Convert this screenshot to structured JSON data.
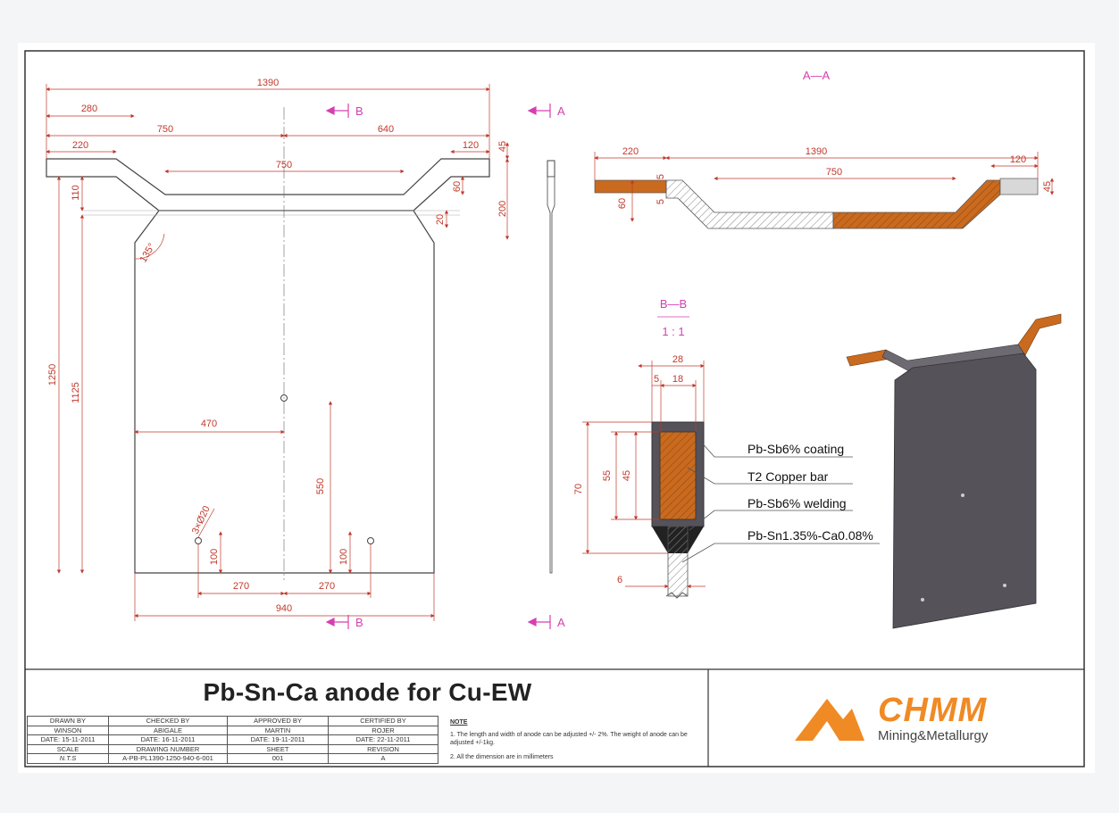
{
  "title": "Pb-Sn-Ca anode for Cu-EW",
  "front_view": {
    "dims": {
      "d1390": "1390",
      "d280": "280",
      "d750_top": "750",
      "d640": "640",
      "d220": "220",
      "d120": "120",
      "d45": "45",
      "d750_mid": "750",
      "d110": "110",
      "d60": "60",
      "d20": "20",
      "d200": "200",
      "angle": "135°",
      "d1250": "1250",
      "d1125": "1125",
      "d470": "470",
      "d550": "550",
      "holes": "3×Ø20",
      "d100a": "100",
      "d100b": "100",
      "d270a": "270",
      "d270b": "270",
      "d940": "940"
    },
    "markers": {
      "b_top": "B",
      "b_bottom": "B"
    }
  },
  "side_view": {
    "markers": {
      "a_top": "A",
      "a_bottom": "A"
    }
  },
  "section_aa": {
    "title": "A—A",
    "dims": {
      "d220": "220",
      "d1390": "1390",
      "d750": "750",
      "d120": "120",
      "d45": "45",
      "d60": "60",
      "d5a": "5",
      "d5b": "5"
    }
  },
  "section_bb": {
    "title": "B—B",
    "scale": "1 : 1",
    "dims": {
      "d28": "28",
      "d5": "5",
      "d18": "18",
      "d70": "70",
      "d55": "55",
      "d45": "45",
      "d6": "6"
    },
    "callouts": {
      "coating": "Pb-Sb6% coating",
      "bar": "T2 Copper bar",
      "welding": "Pb-Sb6% welding",
      "alloy": "Pb-Sn1.35%-Ca0.08%"
    }
  },
  "title_block": {
    "rows": [
      [
        "DRAWN BY",
        "CHECKED BY",
        "APPROVED BY",
        "CERTIFIED BY"
      ],
      [
        "WINSON",
        "ABIGALE",
        "MARTIN",
        "ROJER"
      ],
      [
        "DATE: 15-11-2011",
        "DATE: 16-11-2011",
        "DATE: 19-11-2011",
        "DATE: 22-11-2011"
      ],
      [
        "SCALE",
        "DRAWING NUMBER",
        "SHEET",
        "REVISION"
      ],
      [
        "N.T.S",
        "A-PB-PL1390-1250-940-6-001",
        "001",
        "A"
      ]
    ],
    "note_title": "NOTE",
    "note_1": "1. The length and width of anode can be adjusted +/- 2%. The weight of anode can be adjusted +/-1kg.",
    "note_2": "2. All the dimension are in millimeters"
  },
  "logo": {
    "name": "CHMM",
    "subtitle": "Mining&Metallurgy"
  },
  "colors": {
    "copper": "#c96a1e",
    "lead": "#d8d8d8",
    "plate": "#55525a",
    "dimension": "#c0392b",
    "marker": "#d63fb0",
    "logo": "#f08a24"
  }
}
